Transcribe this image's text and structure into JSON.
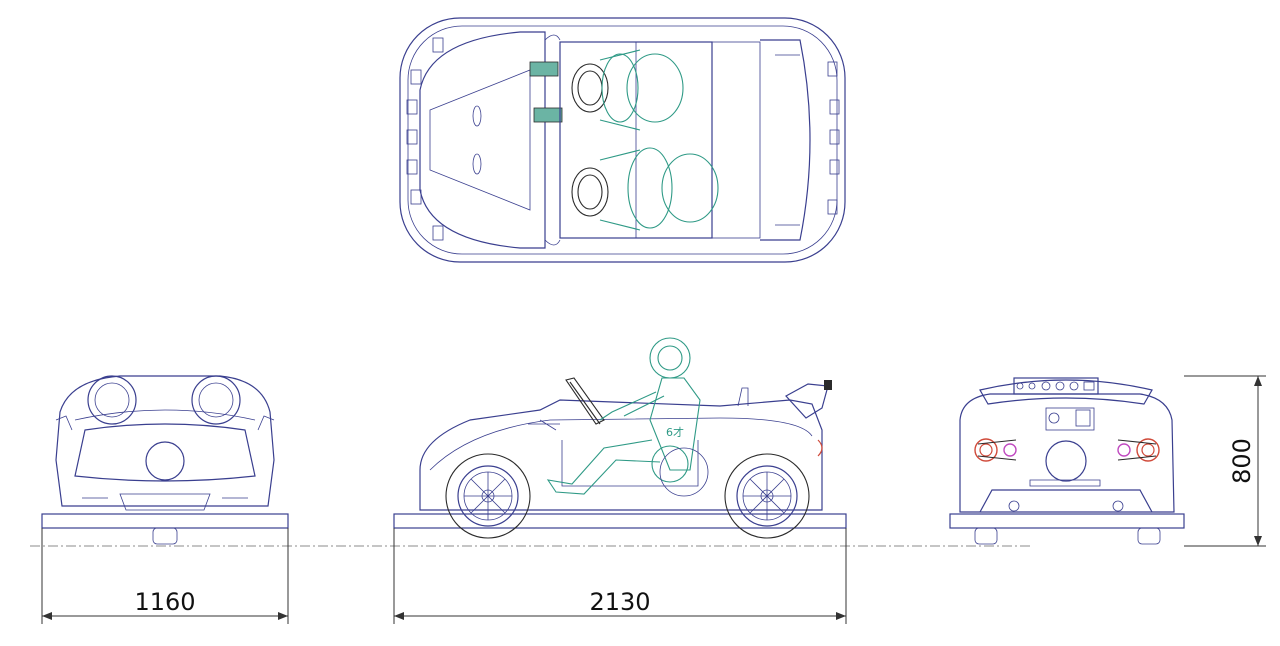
{
  "views": {
    "top": "top-view",
    "front": "front-view",
    "side": "side-view",
    "rear": "rear-view"
  },
  "dimensions": {
    "width": "1160",
    "length": "2130",
    "height": "800"
  },
  "annotations": {
    "age_label": "6才"
  },
  "colors": {
    "outline": "#3a3f8f",
    "figure": "#2f9a86",
    "light_red": "#d04a3a",
    "light_magenta": "#c04ac0"
  }
}
